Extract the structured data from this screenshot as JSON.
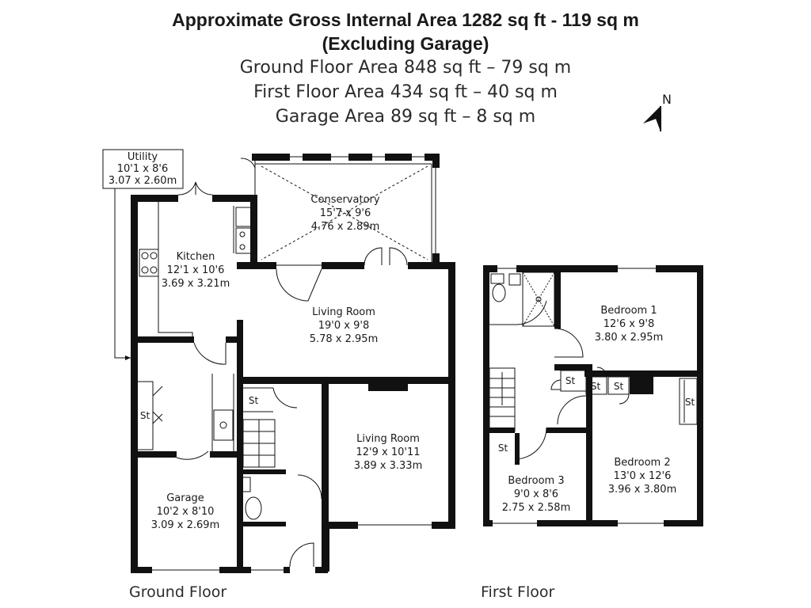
{
  "header": {
    "gross_area": "Approximate Gross Internal Area 1282 sq ft - 119 sq m",
    "excluding": "(Excluding Garage)",
    "ground_floor_area": "Ground Floor Area 848 sq ft – 79 sq m",
    "first_floor_area": "First Floor Area 434 sq ft – 40 sq m",
    "garage_area": "Garage Area 89 sq ft – 8 sq m"
  },
  "compass": {
    "label": "N",
    "icon": "north-arrow-icon"
  },
  "floors": {
    "ground": "Ground Floor",
    "first": "First Floor"
  },
  "rooms": {
    "utility": {
      "name": "Utility",
      "imperial": "10'1 x 8'6",
      "metric": "3.07 x 2.60m"
    },
    "conservatory": {
      "name": "Conservatory",
      "imperial": "15'7 x 9'6",
      "metric": "4.76 x 2.89m"
    },
    "kitchen": {
      "name": "Kitchen",
      "imperial": "12'1 x 10'6",
      "metric": "3.69 x 3.21m"
    },
    "living_room_1": {
      "name": "Living Room",
      "imperial": "19'0 x 9'8",
      "metric": "5.78 x 2.95m"
    },
    "living_room_2": {
      "name": "Living Room",
      "imperial": "12'9 x 10'11",
      "metric": "3.89 x 3.33m"
    },
    "garage": {
      "name": "Garage",
      "imperial": "10'2 x 8'10",
      "metric": "3.09 x 2.69m"
    },
    "bedroom_1": {
      "name": "Bedroom 1",
      "imperial": "12'6 x 9'8",
      "metric": "3.80 x 2.95m"
    },
    "bedroom_2": {
      "name": "Bedroom 2",
      "imperial": "13'0 x 12'6",
      "metric": "3.96 x 3.80m"
    },
    "bedroom_3": {
      "name": "Bedroom 3",
      "imperial": "9'0 x 8'6",
      "metric": "2.75 x 2.58m"
    }
  },
  "storage_label": "St"
}
